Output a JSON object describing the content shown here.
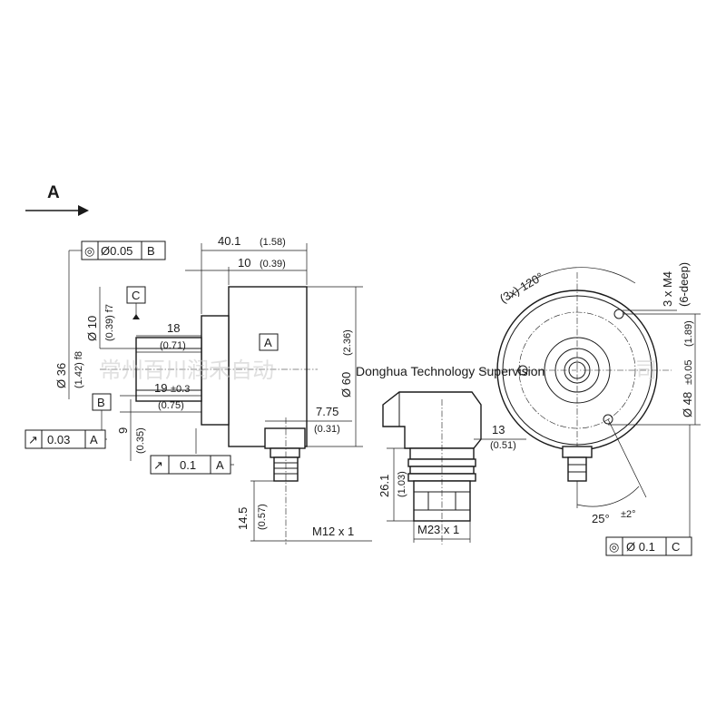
{
  "view": {
    "arrow_label": "A"
  },
  "side_view": {
    "frame_top": {
      "symbol": "◎",
      "value": "Ø0.05",
      "datum": "B"
    },
    "frame_runout_left": {
      "symbol": "↗",
      "value": "0.03",
      "datum": "A"
    },
    "frame_runout_bottom": {
      "symbol": "↗",
      "value": "0.1",
      "datum": "A"
    },
    "datum_c": "C",
    "datum_b": "B",
    "datum_a": "A",
    "dim_40_1": "40.1",
    "dim_40_1_in": "(1.58)",
    "dim_10": "10",
    "dim_10_in": "(0.39)",
    "dim_d10": "Ø 10",
    "dim_d10_in": "(0.39) f7",
    "dim_d36": "Ø 36",
    "dim_d36_in": "(1.42) f8",
    "dim_18": "18",
    "dim_18_in": "(0.71)",
    "dim_19": "19",
    "dim_19_tol": "±0.3",
    "dim_19_in": "(0.75)",
    "dim_9": "9",
    "dim_9_in": "(0.35)",
    "dim_d60": "Ø 60",
    "dim_d60_in": "(2.36)",
    "dim_7_75": "7.75",
    "dim_7_75_in": "(0.31)",
    "dim_14_5": "14.5",
    "dim_14_5_in": "(0.57)",
    "dim_m12": "M12 x 1"
  },
  "connector_view": {
    "dim_13": "13",
    "dim_13_in": "(0.51)",
    "dim_26_1": "26.1",
    "dim_26_1_in": "(1.03)",
    "dim_m23": "M23 x 1"
  },
  "front_view": {
    "dim_120": "(3x) 120°",
    "dim_m4": "3 x M4",
    "dim_m4_depth": "(6-deep)",
    "dim_d48": "Ø 48",
    "dim_d48_tol": "±0.05",
    "dim_d48_in": "(1.89)",
    "dim_25": "25°",
    "dim_25_tol": "±2°",
    "frame_bottom": {
      "symbol": "◎",
      "value": "Ø 0.1",
      "datum": "C"
    }
  },
  "watermark": {
    "cn_left": "常州百川润禾自动",
    "cn_right": "司",
    "en": "Donghua Technology Supervision"
  }
}
